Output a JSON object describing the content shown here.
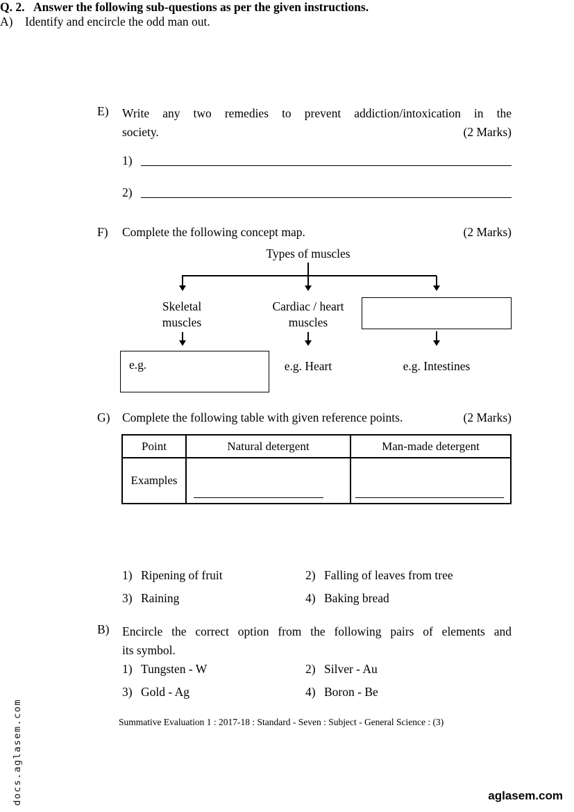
{
  "colors": {
    "paper": "#ffffff",
    "ink": "#000000"
  },
  "qE": {
    "label": "E)",
    "line1": "Write any two remedies to prevent addiction/intoxication in the",
    "line2": "society.",
    "marks": "(2 Marks)",
    "blanks": [
      {
        "num": "1)"
      },
      {
        "num": "2)"
      }
    ]
  },
  "qF": {
    "label": "F)",
    "text": "Complete the following concept map.",
    "marks": "(2 Marks)",
    "concept_map": {
      "root": "Types of muscles",
      "branch1_line1": "Skeletal",
      "branch1_line2": "muscles",
      "branch2_line1": "Cardiac / heart",
      "branch2_line2": "muscles",
      "branch3_label": "",
      "example1": "e.g.",
      "example2": "e.g. Heart",
      "example3": "e.g. Intestines"
    }
  },
  "qG": {
    "label": "G)",
    "text": "Complete the following table with given reference points.",
    "marks": "(2 Marks)",
    "table": {
      "headers": [
        "Point",
        "Natural detergent",
        "Man-made detergent"
      ],
      "row_label": "Examples"
    }
  },
  "q2": {
    "label": "Q. 2.",
    "heading": "Answer the following sub-questions as per the given instructions.",
    "subA": {
      "label": "A)",
      "text": "Identify and encircle the odd man out.",
      "options": [
        {
          "num": "1)",
          "text": "Ripening of fruit"
        },
        {
          "num": "2)",
          "text": "Falling of leaves from tree"
        },
        {
          "num": "3)",
          "text": "Raining"
        },
        {
          "num": "4)",
          "text": "Baking bread"
        }
      ]
    },
    "subB": {
      "label": "B)",
      "line1": "Encircle the correct option from the following pairs of elements and",
      "line2": "its symbol.",
      "options": [
        {
          "num": "1)",
          "text": "Tungsten - W"
        },
        {
          "num": "2)",
          "text": "Silver - Au"
        },
        {
          "num": "3)",
          "text": "Gold - Ag"
        },
        {
          "num": "4)",
          "text": "Boron - Be"
        }
      ]
    }
  },
  "footer": "Summative Evaluation 1 : 2017-18 : Standard - Seven : Subject - General Science : (3)",
  "watermarks": {
    "left": "docs.aglasem.com",
    "bottom_right": "aglasem.com"
  }
}
